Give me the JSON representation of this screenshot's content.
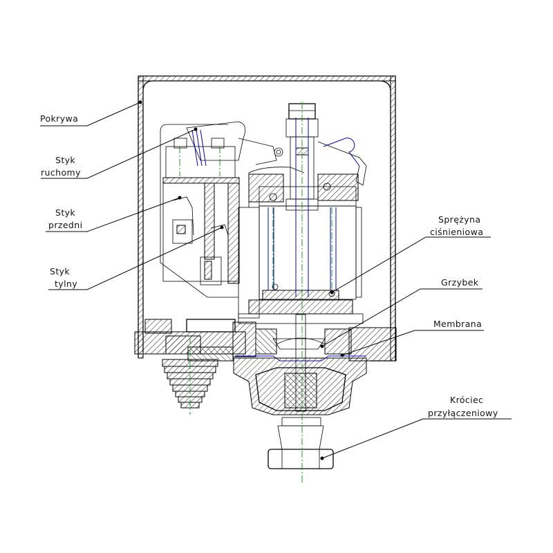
{
  "diagram": {
    "labels": {
      "pokrywa": "Pokrywa",
      "styk_ruchomy_1": "Styk",
      "styk_ruchomy_2": "ruchomy",
      "styk_przedni_1": "Styk",
      "styk_przedni_2": "przedni",
      "styk_tylny_1": "Styk",
      "styk_tylny_2": "tylny",
      "sprezyna_1": "Sprężyna",
      "sprezyna_2": "ciśnieniowa",
      "grzybek": "Grzybek",
      "membrana": "Membrana",
      "krociec_1": "Króciec",
      "krociec_2": "przyłączeniowy"
    }
  }
}
